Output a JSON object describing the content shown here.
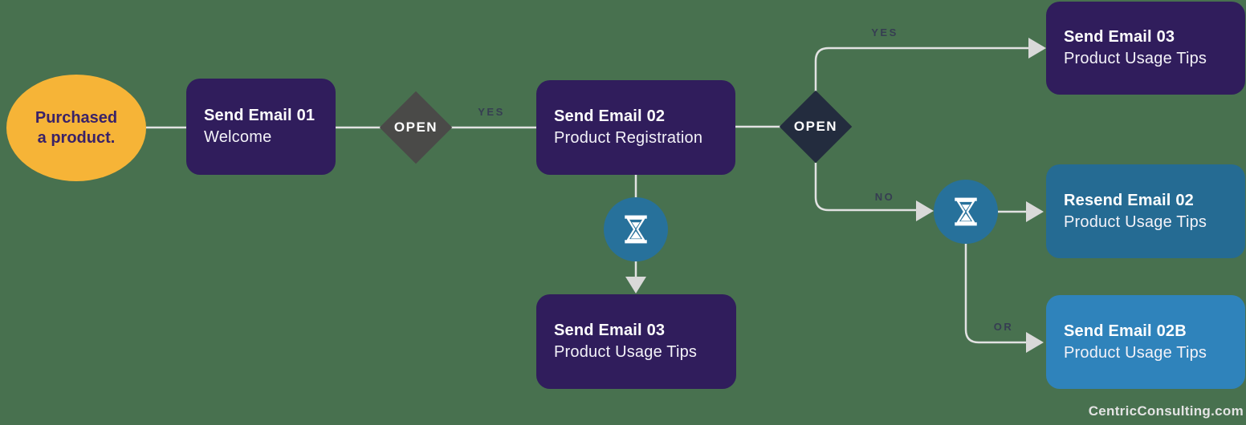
{
  "colors": {
    "background": "#48714F",
    "purple_node": "#301D5C",
    "teal_node": "#256B93",
    "blue_node": "#2F83BB",
    "yellow_start": "#F6B437",
    "wait_circle": "#27719B",
    "decision_gray": "#4A4A48",
    "decision_navy": "#232C3E",
    "connector_line": "#E2E2E2",
    "edge_label_text": "#363D52",
    "start_text": "#3A2268"
  },
  "flow": {
    "start": {
      "line1": "Purchased",
      "line2": "a product."
    },
    "email01": {
      "title": "Send Email 01",
      "subtitle": "Welcome"
    },
    "decision_open_1": {
      "label": "OPEN"
    },
    "email02": {
      "title": "Send Email 02",
      "subtitle": "Product Registration"
    },
    "decision_open_2": {
      "label": "OPEN"
    },
    "email03_top": {
      "title": "Send Email 03",
      "subtitle": "Product Usage Tips"
    },
    "resend_email02": {
      "title": "Resend Email 02",
      "subtitle": "Product Usage Tips"
    },
    "email02b": {
      "title": "Send Email 02B",
      "subtitle": "Product Usage Tips"
    },
    "email03_bottom": {
      "title": "Send Email 03",
      "subtitle": "Product Usage Tips"
    },
    "edges": {
      "yes_1": "YES",
      "yes_2": "YES",
      "no": "NO",
      "or": "OR"
    },
    "icons": {
      "wait": "hourglass"
    }
  },
  "footer": {
    "brand": "CentricConsulting.com"
  }
}
